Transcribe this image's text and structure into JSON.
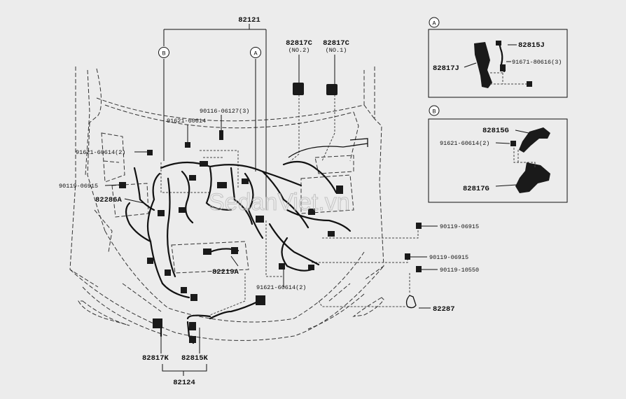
{
  "watermark": "SedanViet.vn",
  "callouts": {
    "A": "A",
    "B": "B"
  },
  "labels": {
    "p82121": "82121",
    "p82817C_2": "82817C",
    "p82817C_2_sub": "(NO.2)",
    "p82817C_1": "82817C",
    "p82817C_1_sub": "(NO.1)",
    "p90116": "90116-06127(3)",
    "p91621_top": "91621-60614",
    "p91621_left": "91621-60614(2)",
    "p90119_left": "90119-06915",
    "p82286A": "82286A",
    "p82219A": "82219A",
    "p91621_bottom": "91621-60614(2)",
    "p90119_r1": "90119-06915",
    "p90119_r2": "90119-06915",
    "p90119_r3": "90119-10550",
    "p82287": "82287",
    "p82817K": "82817K",
    "p82815K": "82815K",
    "p82124": "82124"
  },
  "inset_a": {
    "callout": "A",
    "p82815J": "82815J",
    "p82817J": "82817J",
    "p91671": "91671-80616(3)"
  },
  "inset_b": {
    "callout": "B",
    "p82815G": "82815G",
    "p91621": "91621-60614(2)",
    "p82817G": "82817G"
  }
}
